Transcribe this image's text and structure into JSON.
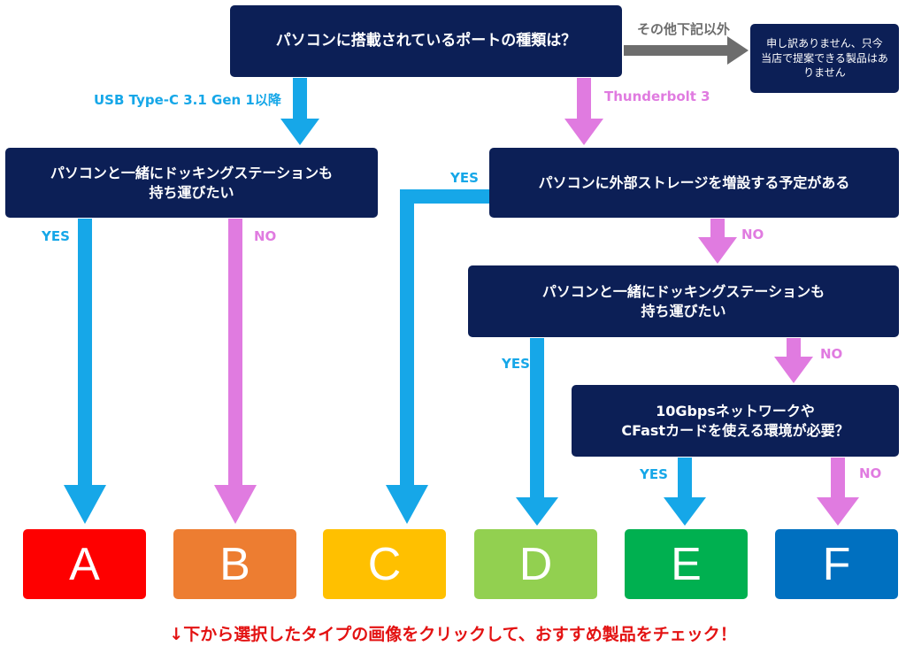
{
  "nodes": {
    "q1": "パソコンに搭載されているポートの種類は？",
    "other": [
      "申し訳ありません、只今",
      "当店で提案できる製品はあ",
      "りません"
    ],
    "q2": [
      "パソコンと一緒にドッキングステーションも",
      "持ち運びたい"
    ],
    "q3": "パソコンに外部ストレージを増設する予定がある",
    "q4": [
      "パソコンと一緒にドッキングステーションも",
      "持ち運びたい"
    ],
    "q5": [
      "10Gbpsネットワークや",
      "CFastカードを使える環境が必要？"
    ]
  },
  "labels": {
    "other_branch": "その他下記以外",
    "usb_c": "USB Type-C 3.1 Gen 1以降",
    "thunderbolt": "Thunderbolt 3",
    "q2_yes": "YES",
    "q2_no": "NO",
    "q3_yes": "YES",
    "q3_no": "NO",
    "q4_yes": "YES",
    "q4_no": "NO",
    "q5_yes": "YES",
    "q5_no": "NO"
  },
  "results": [
    {
      "label": "A",
      "color": "#fe0000"
    },
    {
      "label": "B",
      "color": "#ed7d31"
    },
    {
      "label": "C",
      "color": "#ffc000"
    },
    {
      "label": "D",
      "color": "#92d050"
    },
    {
      "label": "E",
      "color": "#00b050"
    },
    {
      "label": "F",
      "color": "#0070c0"
    }
  ],
  "colors": {
    "node_bg": "#0c1f56",
    "yes_arrow": "#16a7e8",
    "no_arrow": "#e07be0",
    "other_arrow": "#6d6d6d",
    "footer_text": "#e31212"
  },
  "footer": "↓下から選択したタイプの画像をクリックして、おすすめ製品をチェック！"
}
